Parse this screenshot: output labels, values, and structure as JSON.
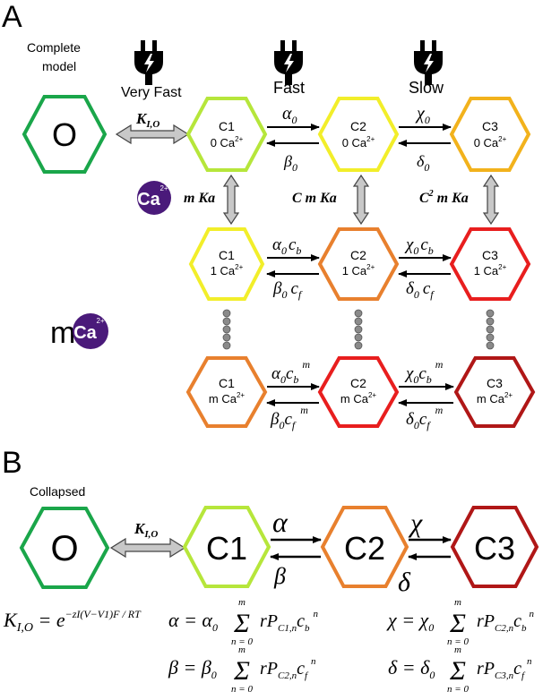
{
  "panel_a": {
    "letter": "A",
    "title_line1": "Complete",
    "title_line2": "model",
    "speed_very_fast": "Very Fast",
    "speed_fast": "Fast",
    "speed_slow": "Slow",
    "state_open": "O",
    "k_label": "K",
    "k_sub": "I,O",
    "rows": [
      {
        "c1": "C1",
        "c2": "C2",
        "c3": "C3",
        "ca": "0 Ca",
        "sup": "2+"
      },
      {
        "c1": "C1",
        "c2": "C2",
        "c3": "C3",
        "ca": "1 Ca",
        "sup": "2+"
      },
      {
        "c1": "C1",
        "c2": "C2",
        "c3": "C3",
        "ca": "m Ca",
        "sup": "2+"
      }
    ],
    "rates_row0": {
      "alpha": "α",
      "alpha_sub": "0",
      "beta": "β",
      "beta_sub": "0",
      "chi": "χ",
      "chi_sub": "0",
      "delta": "δ",
      "delta_sub": "0"
    },
    "rates_row1": {
      "alpha": "α",
      "alpha_sub": "0",
      "alpha_c": "c",
      "alpha_c_sub": "b",
      "beta": "β",
      "beta_sub": "0",
      "beta_c": "c",
      "beta_c_sub": "f",
      "chi": "χ",
      "chi_sub": "0",
      "chi_c": "c",
      "chi_c_sub": "b",
      "delta": "δ",
      "delta_sub": "0",
      "delta_c": "c",
      "delta_c_sub": "f"
    },
    "rates_rowm": {
      "exp": "m"
    },
    "vertical": {
      "v1": "m Ka",
      "v2": "C m Ka",
      "v3a": "C",
      "v3sup": "2",
      "v3b": " m Ka"
    },
    "ca_badge": "Ca",
    "ca_badge_sup": "2+",
    "m_prefix": "m"
  },
  "panel_b": {
    "letter": "B",
    "title_line1": "Collapsed",
    "title_line2": "model",
    "state_open": "O",
    "c1": "C1",
    "c2": "C2",
    "c3": "C3",
    "k_label": "K",
    "k_sub": "I,O",
    "alpha": "α",
    "beta": "β",
    "chi": "χ",
    "delta": "δ"
  },
  "equations": {
    "k_lhs": "K",
    "k_lhs_sub": "I,O",
    "k_eq": " = e",
    "k_exp": "−zI(V−V1)F / RT",
    "sum_upper": "m",
    "sum_lower": "n = 0",
    "sum_sign": "Σ",
    "alpha_lhs": "α",
    "alpha_coef": "α",
    "alpha_coef_sub": "0",
    "alpha_term": "rP",
    "alpha_term_sub": "C1,n",
    "alpha_c": "c",
    "alpha_c_sub": "b",
    "alpha_pow": "n",
    "beta_lhs": "β",
    "beta_coef": "β",
    "beta_coef_sub": "0",
    "beta_term": "rP",
    "beta_term_sub": "C2,n",
    "beta_c": "c",
    "beta_c_sub": "f",
    "beta_pow": "n",
    "chi_lhs": "χ",
    "chi_coef": "χ",
    "chi_coef_sub": "0",
    "chi_term": "rP",
    "chi_term_sub": "C2,n",
    "chi_c": "c",
    "chi_c_sub": "b",
    "chi_pow": "n",
    "delta_lhs": "δ",
    "delta_coef": "δ",
    "delta_coef_sub": "0",
    "delta_term": "rP",
    "delta_term_sub": "C3,n",
    "delta_c": "c",
    "delta_c_sub": "f",
    "delta_pow": "n"
  },
  "colors": {
    "open": "#1aa64a",
    "c1_0": "#b6e63b",
    "c2_0": "#f2ee2a",
    "c3_0": "#f2b21c",
    "c1_1": "#f2ee2a",
    "c2_1": "#e8802e",
    "c3_1": "#e81e1e",
    "c1_m": "#e8802e",
    "c2_m": "#e81e1e",
    "c3_m": "#b01717",
    "collapsed_c1": "#b6e63b",
    "collapsed_c2": "#e8802e",
    "collapsed_c3": "#b01717",
    "ca_badge": "#4a1a7a",
    "double_arrow_fill": "#c8c8c8",
    "dots": "#8a8a8a"
  },
  "icons": [
    "power-plug-icon",
    "calcium-ion-icon",
    "double-arrow-icon",
    "ellipsis-dots-icon"
  ]
}
